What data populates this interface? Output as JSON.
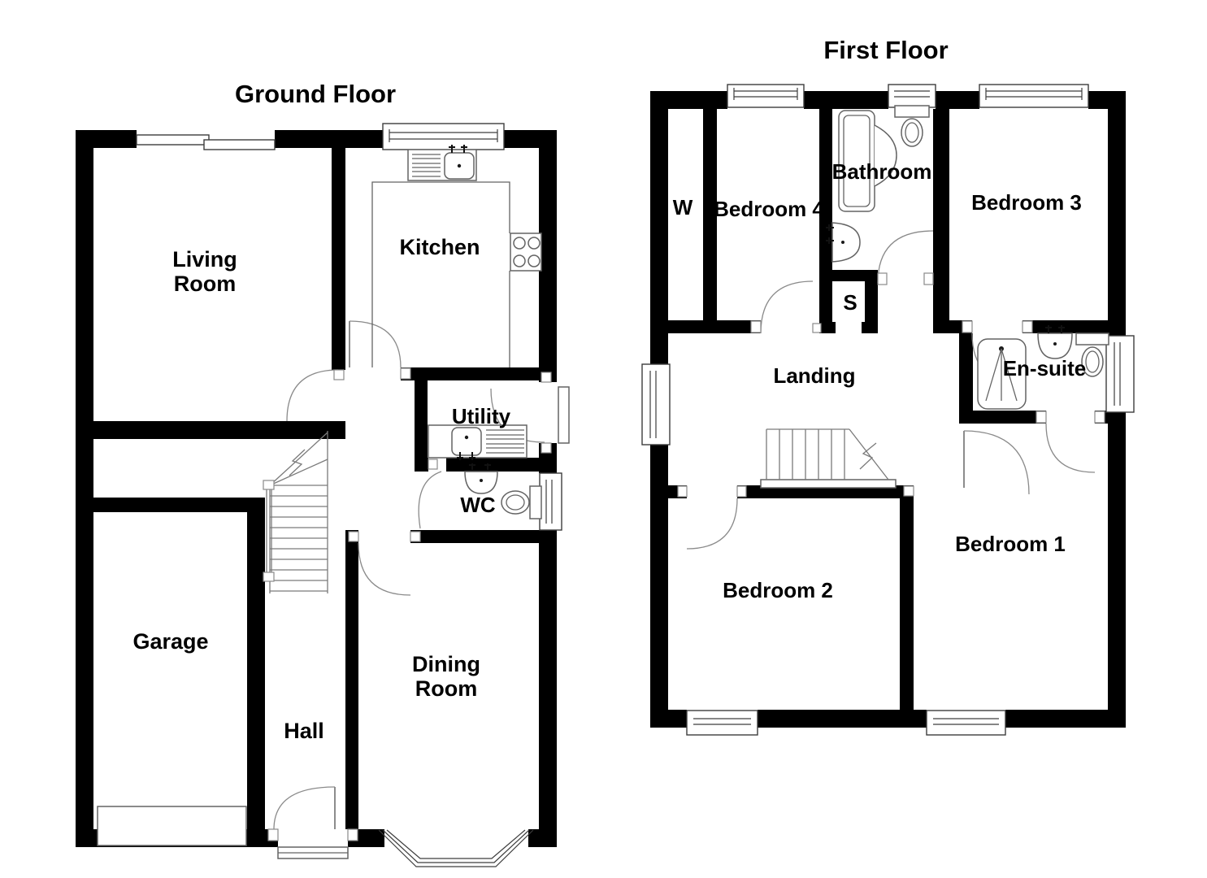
{
  "colors": {
    "wall": "#000000",
    "background": "#ffffff",
    "fixture_line": "#636363",
    "door_arc": "#8a8a8a",
    "text": "#000000"
  },
  "ground_floor": {
    "title": "Ground Floor",
    "rooms": {
      "living_line1": "Living",
      "living_line2": "Room",
      "kitchen": "Kitchen",
      "utility": "Utility",
      "wc": "WC",
      "garage": "Garage",
      "hall": "Hall",
      "dining_line1": "Dining",
      "dining_line2": "Room"
    }
  },
  "first_floor": {
    "title": "First Floor",
    "rooms": {
      "wardrobe": "W",
      "bedroom4": "Bedroom 4",
      "bathroom": "Bathroom",
      "bedroom3": "Bedroom 3",
      "store": "S",
      "landing": "Landing",
      "ensuite": "En-suite",
      "bedroom1": "Bedroom 1",
      "bedroom2": "Bedroom 2"
    }
  }
}
